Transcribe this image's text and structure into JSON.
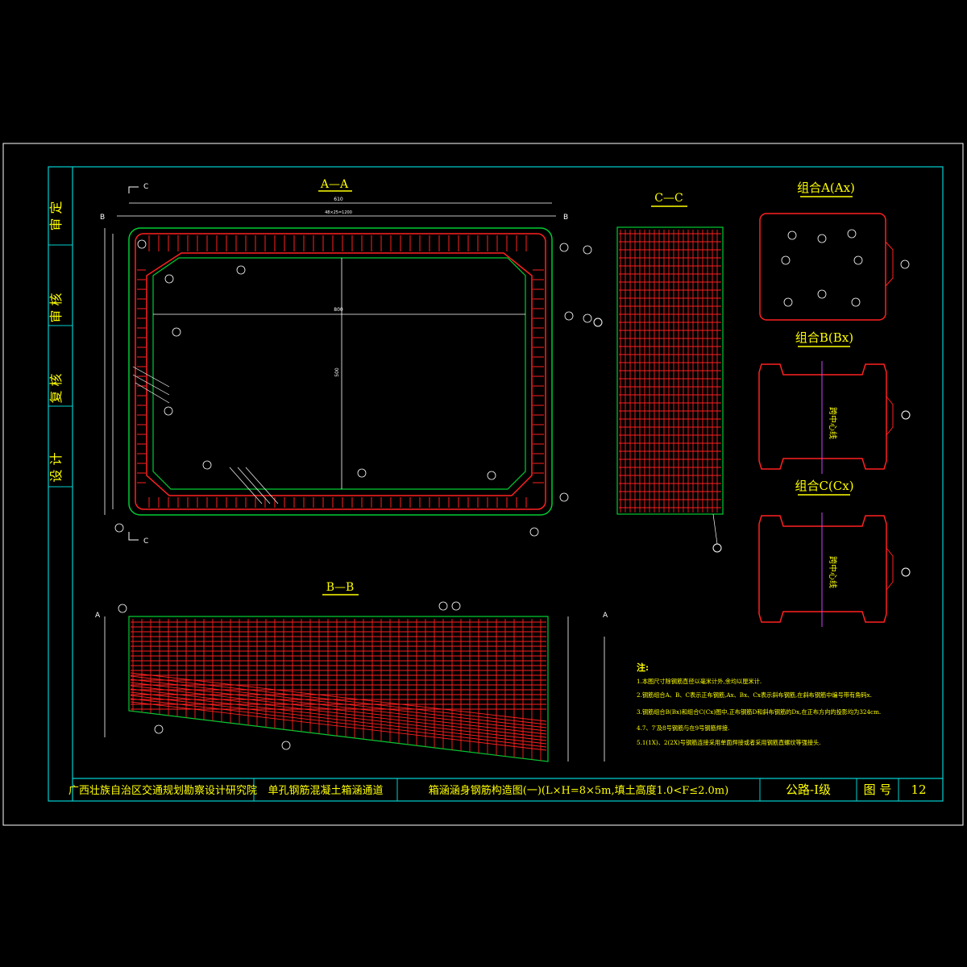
{
  "side_block": {
    "labels": [
      "审 定",
      "审 核",
      "复 核",
      "设 计"
    ]
  },
  "section_aa": {
    "title": "A—A",
    "cut_c": "C",
    "cut_b": "B",
    "dim_total": "610",
    "dim_inner": "48×25=1200",
    "dim_width": "800",
    "dim_height": "500"
  },
  "section_cc": {
    "title": "C—C"
  },
  "section_bb": {
    "title": "B—B",
    "cut_a": "A"
  },
  "combos": {
    "a_title": "组合A(Ax)",
    "b_title": "组合B(Bx)",
    "c_title": "组合C(Cx)",
    "center_line": "跨中心线"
  },
  "notes": {
    "heading": "注:",
    "items": [
      "1.本图尺寸除钢筋直径以毫米计外,余均以厘米计.",
      "2.钢筋组合A、B、C表示正布钢筋,Ax、Bx、Cx表示斜布钢筋,在斜布钢筋中编号带有角码x.",
      "3.钢筋组合B(Bx)和组合C(Cx)图中,正布钢筋D和斜布钢筋的Dx,在正布方向的投影均为324cm.",
      "4.7、7′及8号钢筋与在9号钢筋焊接.",
      "5.1(1X)、2(2X)号钢筋连接采用单面焊接或者采用钢筋直螺纹等强接头."
    ]
  },
  "title_block": {
    "institute": "广西壮族自治区交通规划勘察设计研究院",
    "project": "单孔钢筋混凝土箱涵通道",
    "drawing_title": "箱涵涵身钢筋构造图(一)(L×H=8×5m,填土高度1.0<F≤2.0m)",
    "grade": "公路-Ⅰ级",
    "fig_label": "图 号",
    "fig_no": "12"
  },
  "colors": {
    "frame": "#00d0d0",
    "rebar": "#ff2020",
    "concrete": "#00cc33",
    "text": "#ffff00",
    "dims": "#ffffff"
  }
}
